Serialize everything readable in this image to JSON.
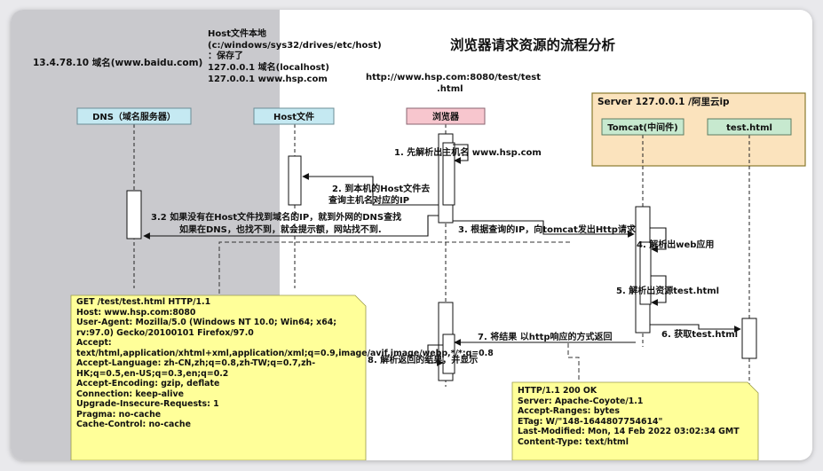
{
  "title": "浏览器请求资源的流程分析",
  "dns_record": "13.4.78.10 域名(www.baidu.com)",
  "hosts_note": [
    "Host文件本地",
    "(c:/windows/sys32/drives/etc/host)",
    "：保存了",
    "127.0.0.1 域名(localhost)",
    "127.0.0.1 www.hsp.com"
  ],
  "url": [
    "http://www.hsp.com:8080/test/test",
    ".html"
  ],
  "server_label": "Server 127.0.0.1 /阿里云ip",
  "participants": {
    "dns": "DNS（域名服务器）",
    "host": "Host文件",
    "browser": "浏览器",
    "tomcat": "Tomcat(中间件)",
    "test": "test.html"
  },
  "steps": {
    "s1": "1. 先解析出主机名 www.hsp.com",
    "s2a": "2. 到本机的Host文件去",
    "s2b": "查询主机名对应的IP",
    "s32a": "3.2 如果没有在Host文件找到域名的IP，就到外网的DNS查找",
    "s32b": "如果在DNS，也找不到，就会提示额，网站找不到.",
    "s3": "3. 根据查询的IP，向tomcat发出Http请求",
    "s4": "4. 解析出web应用",
    "s5": "5. 解析出资源test.html",
    "s6": "6. 获取test.html",
    "s7": "7. 将结果 以http响应的方式返回",
    "s8": "8. 解析返回的结果，并显示"
  },
  "request_lines": [
    "GET /test/test.html HTTP/1.1",
    "Host: www.hsp.com:8080",
    "User-Agent: Mozilla/5.0 (Windows NT 10.0; Win64; x64; rv:97.0) Gecko/20100101 Firefox/97.0",
    "Accept: text/html,application/xhtml+xml,application/xml;q=0.9,image/avif,image/webp,*/*;q=0.8",
    "Accept-Language: zh-CN,zh;q=0.8,zh-TW;q=0.7,zh-HK;q=0.5,en-US;q=0.3,en;q=0.2",
    "Accept-Encoding: gzip, deflate",
    "Connection: keep-alive",
    "Upgrade-Insecure-Requests: 1",
    "Pragma: no-cache",
    "Cache-Control: no-cache"
  ],
  "response_lines": [
    "HTTP/1.1 200 OK",
    "Server: Apache-Coyote/1.1",
    "Accept-Ranges: bytes",
    "ETag: W/\"148-1644807754614\"",
    "Last-Modified: Mon, 14 Feb 2022 03:02:34 GMT",
    "Content-Type: text/html"
  ],
  "colors": {
    "participant_fill": "#c5e9f2",
    "browser_fill": "#f7c6ce",
    "server_fill": "#fbe3bd",
    "tomcat_fill": "#c7e9cf",
    "note_fill": "#ffff99",
    "gray_panel": "#c9c9cd"
  }
}
